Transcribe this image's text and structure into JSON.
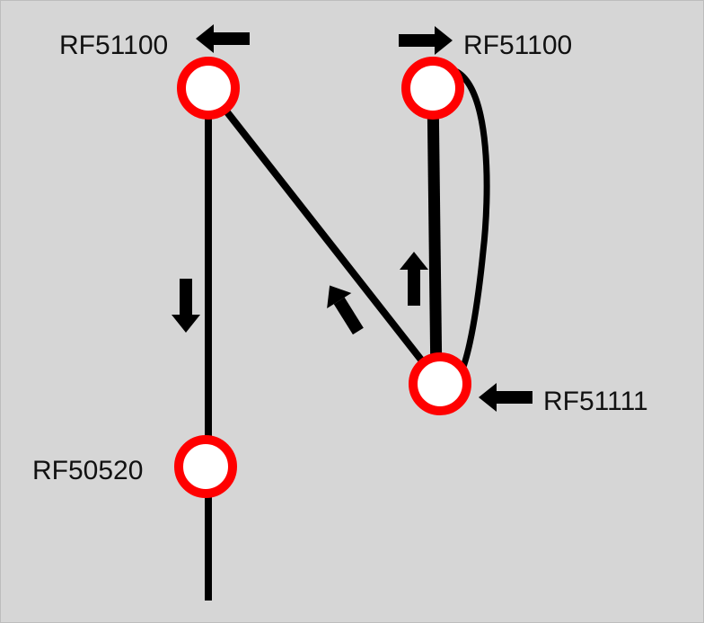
{
  "diagram": {
    "nodes": [
      {
        "id": "top-left",
        "label": "RF51100"
      },
      {
        "id": "top-right",
        "label": "RF51100"
      },
      {
        "id": "right-mid",
        "label": "RF51111"
      },
      {
        "id": "bottom-left",
        "label": "RF50520"
      }
    ]
  },
  "colors": {
    "background": "#d6d6d6",
    "node_ring": "#ff0000",
    "node_fill": "#ffffff",
    "line": "#000000"
  }
}
